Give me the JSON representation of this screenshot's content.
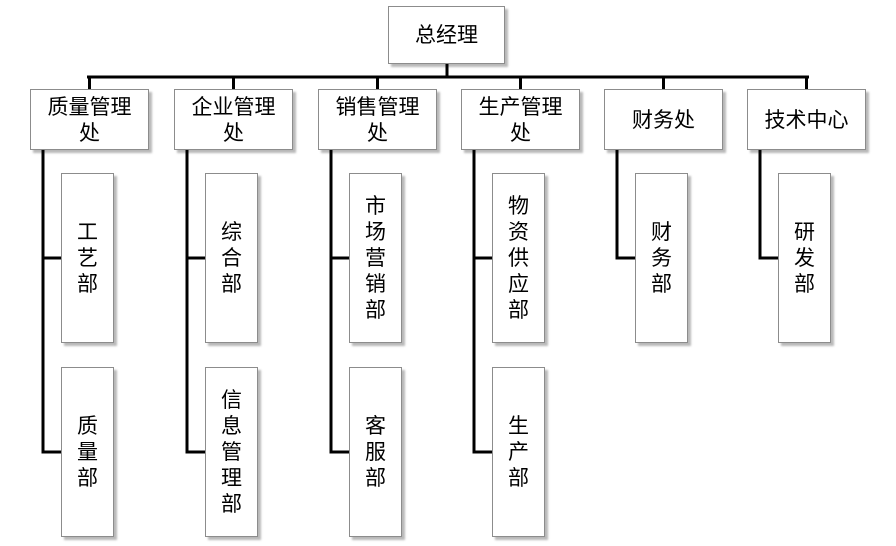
{
  "chart": {
    "root": {
      "label": "总经理"
    },
    "divisions": [
      {
        "label": "质量管理处",
        "lines": [
          "质量管理",
          "处"
        ],
        "children": [
          {
            "label": "工艺部",
            "lines": [
              "工艺",
              "部"
            ]
          },
          {
            "label": "质量部",
            "lines": [
              "质量",
              "部"
            ]
          }
        ]
      },
      {
        "label": "企业管理处",
        "lines": [
          "企业管理",
          "处"
        ],
        "children": [
          {
            "label": "综合部",
            "lines": [
              "综合",
              "部"
            ]
          },
          {
            "label": "信息管理部",
            "lines": [
              "信息",
              "管理",
              "部"
            ]
          }
        ]
      },
      {
        "label": "销售管理处",
        "lines": [
          "销售管理",
          "处"
        ],
        "children": [
          {
            "label": "市场营销部",
            "lines": [
              "市场",
              "营销",
              "部"
            ]
          },
          {
            "label": "客服部",
            "lines": [
              "客服",
              "部"
            ]
          }
        ]
      },
      {
        "label": "生产管理处",
        "lines": [
          "生产管理",
          "处"
        ],
        "children": [
          {
            "label": "物资供应部",
            "lines": [
              "物资",
              "供应",
              "部"
            ]
          },
          {
            "label": "生产部",
            "lines": [
              "生产",
              "部"
            ]
          }
        ]
      },
      {
        "label": "财务处",
        "lines": [
          "财务处"
        ],
        "children": [
          {
            "label": "财务部",
            "lines": [
              "财务",
              "部"
            ]
          }
        ]
      },
      {
        "label": "技术中心",
        "lines": [
          "技术中心"
        ],
        "children": [
          {
            "label": "研发部",
            "lines": [
              "研发",
              "部"
            ]
          }
        ]
      }
    ]
  },
  "colors": {
    "line": "#000000",
    "border": "#8c8c8c",
    "fill": "#ffffff"
  }
}
